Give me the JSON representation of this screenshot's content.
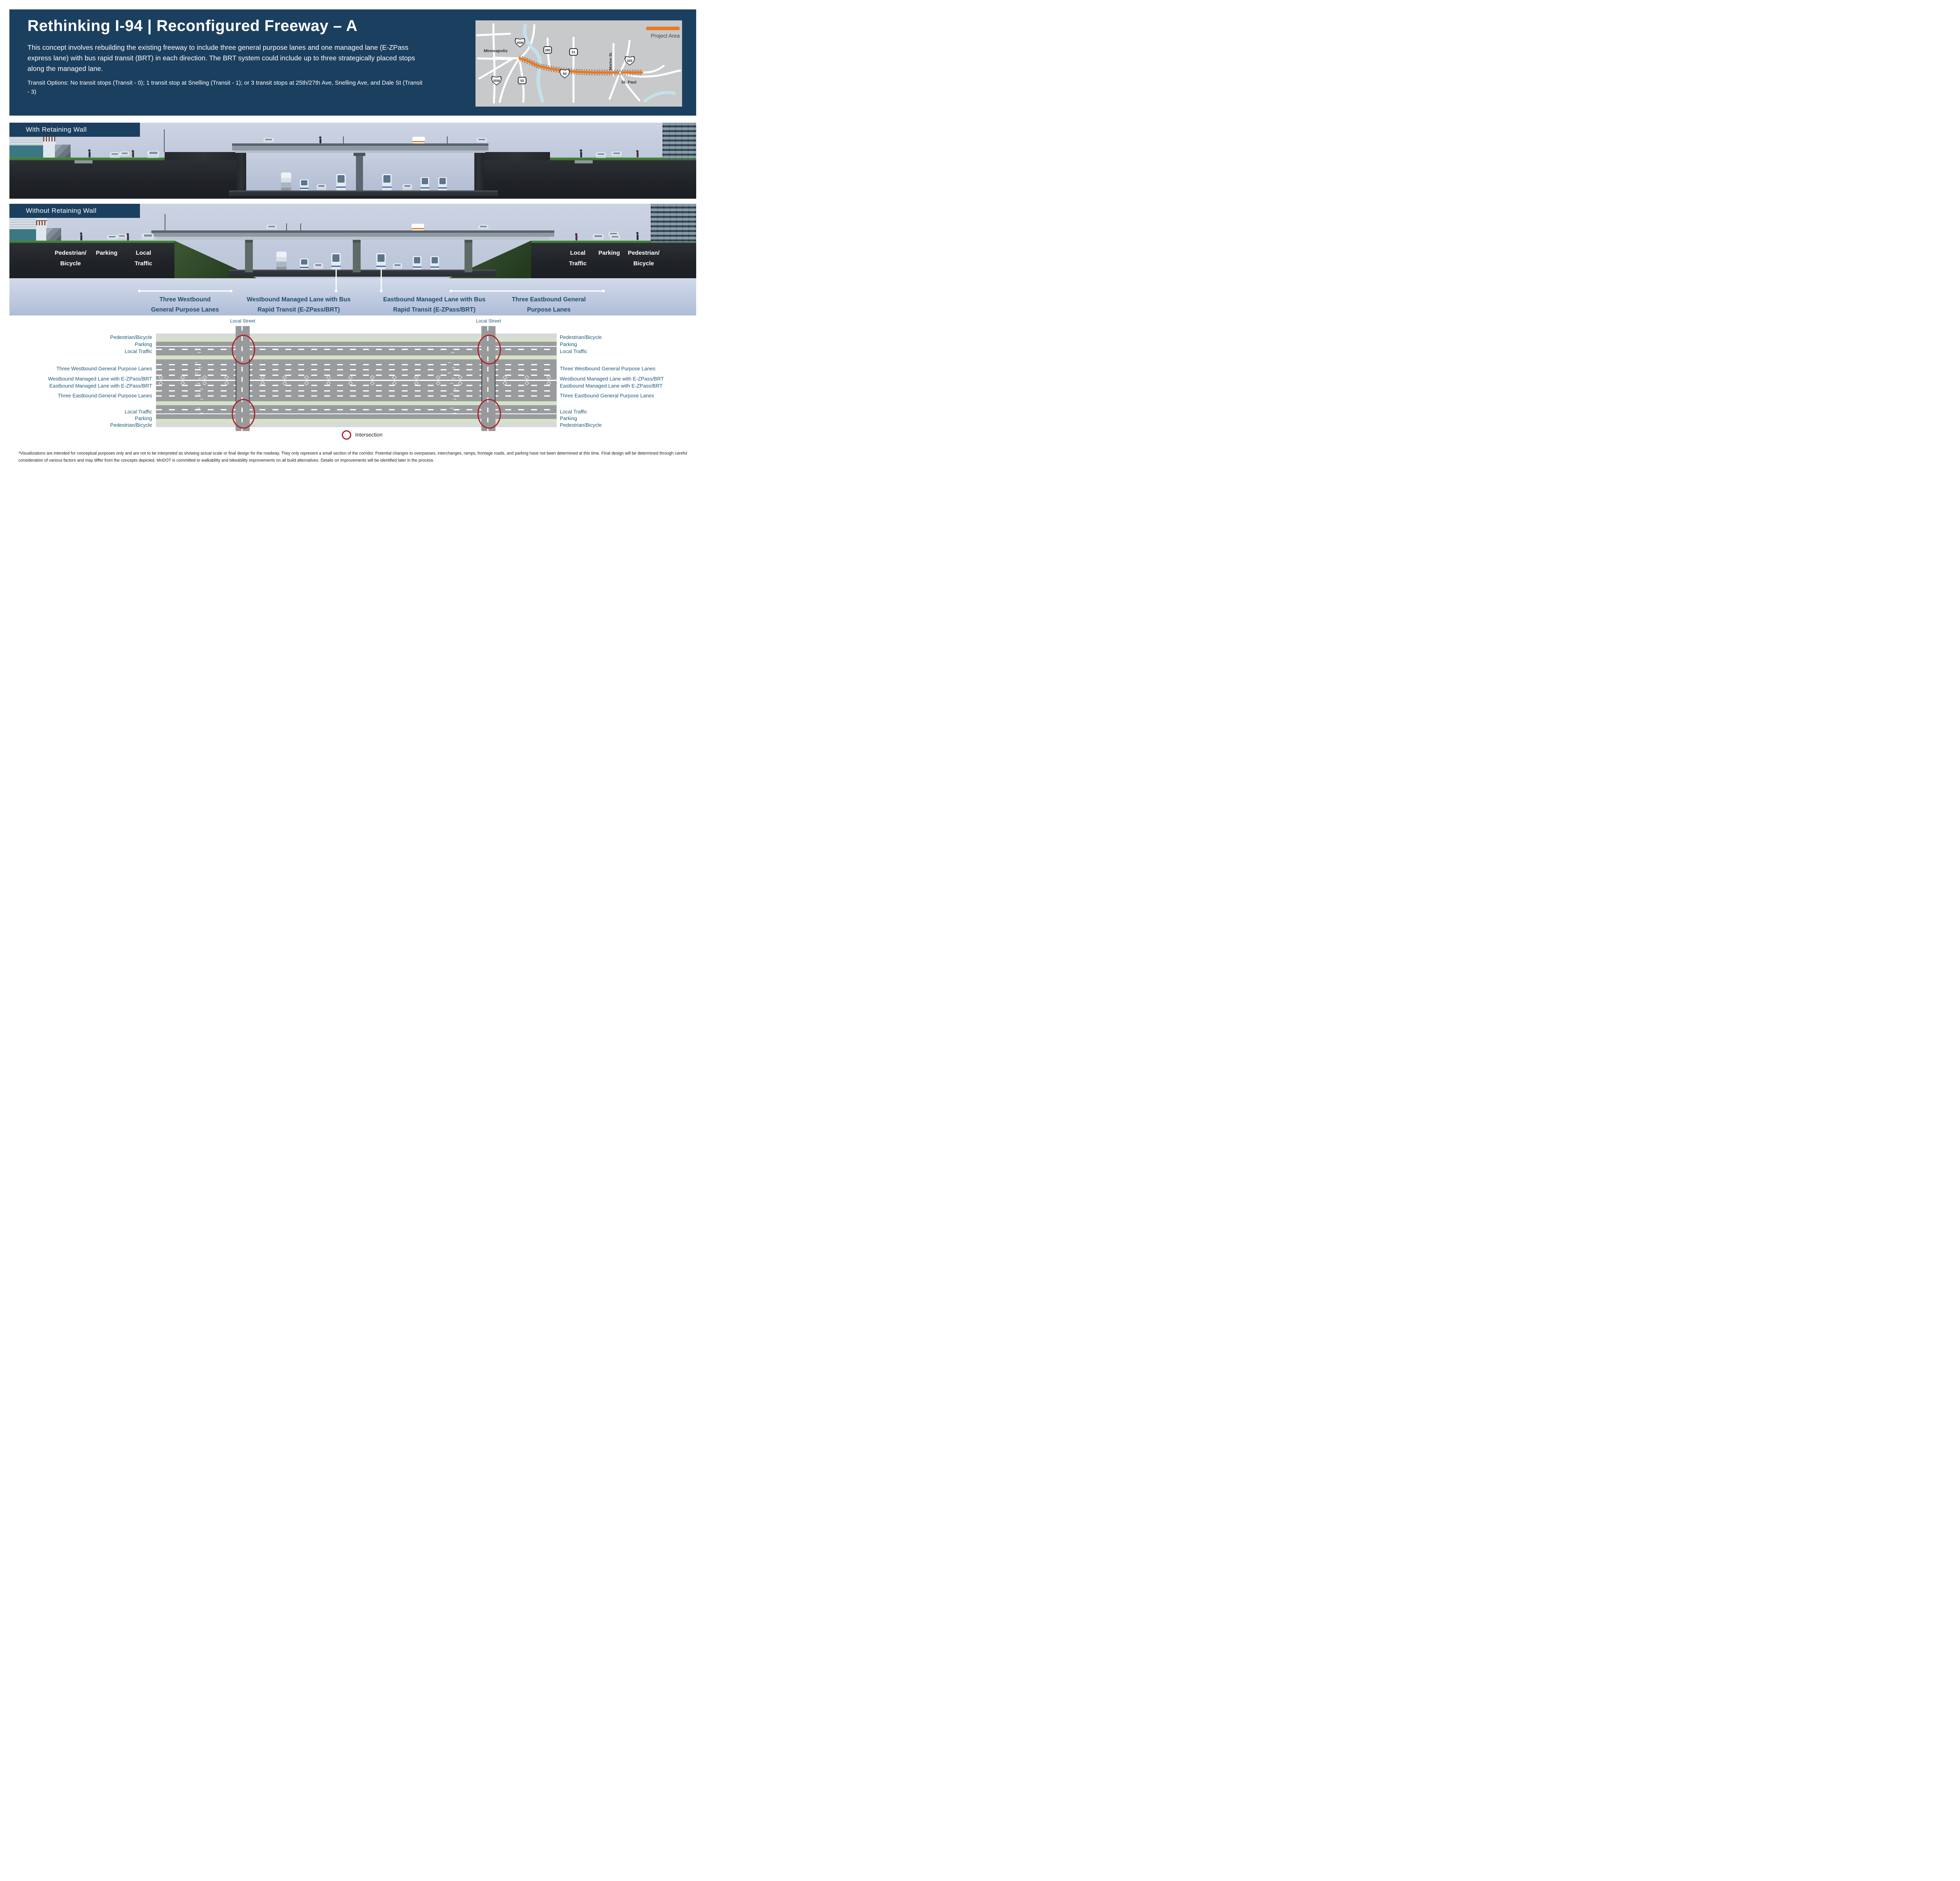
{
  "header": {
    "title": "Rethinking I-94 | Reconfigured Freeway – A",
    "description": "This concept involves rebuilding the existing freeway to include three general purpose lanes and one managed lane (E-ZPass express lane) with bus rapid transit (BRT) in each direction. The BRT system could include up to three strategically placed stops along the managed lane.",
    "transit_options": "Transit Options: No transit stops (Transit - 0); 1 transit stop at Snelling (Transit - 1); or 3 transit stops at 25th/27th Ave, Snelling Ave, and Dale St (Transit - 3)"
  },
  "map": {
    "legend": "Project Area",
    "city_1": "Minneapolis",
    "city_2": "St. Paul",
    "street": "Marion St.",
    "shield_35w_top": "35W",
    "shield_280": "280",
    "shield_51": "51",
    "shield_35e": "35E",
    "shield_94": "94",
    "shield_35w_bottom": "35W",
    "shield_55": "55"
  },
  "sections": {
    "with_wall_banner": "With Retaining Wall",
    "without_wall_banner": "Without Retaining Wall"
  },
  "cross_section": {
    "left_label_1": "Pedestrian/\nBicycle",
    "left_label_2": "Parking",
    "left_label_3": "Local\nTraffic",
    "right_label_1": "Local\nTraffic",
    "right_label_2": "Parking",
    "right_label_3": "Pedestrian/\nBicycle",
    "callout_1": "Three Westbound\nGeneral Purpose Lanes",
    "callout_2": "Westbound Managed Lane with Bus\nRapid Transit (E-ZPass/BRT)",
    "callout_3": "Eastbound Managed Lane with Bus\nRapid Transit (E-ZPass/BRT)",
    "callout_4": "Three Eastbound General\nPurpose Lanes"
  },
  "plan": {
    "street_label_1": "Local Street",
    "street_label_2": "Local Street",
    "left_labels": [
      "Pedestrian/Bicycle",
      "Parking",
      "Local Traffic",
      "Three Westbound General Purpose Lanes",
      "Westbound Managed Lane with E-ZPass/BRT",
      "Eastbound Managed Lane with E-ZPass/BRT",
      "Three Eastbound General Purpose Lanes",
      "Local Traffic",
      "Parking",
      "Pedestrian/Bicycle"
    ],
    "right_labels": [
      "Pedestrian/Bicycle",
      "Parking",
      "Local Traffic",
      "Three Westbound General Purpose Lanes",
      "Westbound Managed Lane with E-ZPass/BRT",
      "Eastbound Managed Lane with E-ZPass/BRT",
      "Three Eastbound General Purpose Lanes",
      "Local Traffic",
      "Parking",
      "Pedestrian/Bicycle"
    ],
    "legend_label": "Intersection"
  },
  "footer": "*Visualizations are intended for conceptual purposes only and are not to be interpreted as showing actual scale or final design for the roadway. They only represent a small section of the corridor. Potential changes to overpasses, interchanges, ramps, frontage roads, and parking have not been determined at this time. Final design will be determined through careful consideration of various factors and may differ from the concepts depicted. MnDOT is committed to walkability and bikeability improvements on all build alternatives. Details on improvements will be identified later in the process.",
  "colors": {
    "navy": "#1b3f5f",
    "accent_orange": "#e87a24",
    "intersection_red": "#b01f2b",
    "callout_text": "#1d4e6e",
    "plan_text": "#1e5878",
    "plan_road": "#999c9e",
    "plan_green": "#d5e3c6",
    "plan_sidewalk": "#d8d9da"
  }
}
